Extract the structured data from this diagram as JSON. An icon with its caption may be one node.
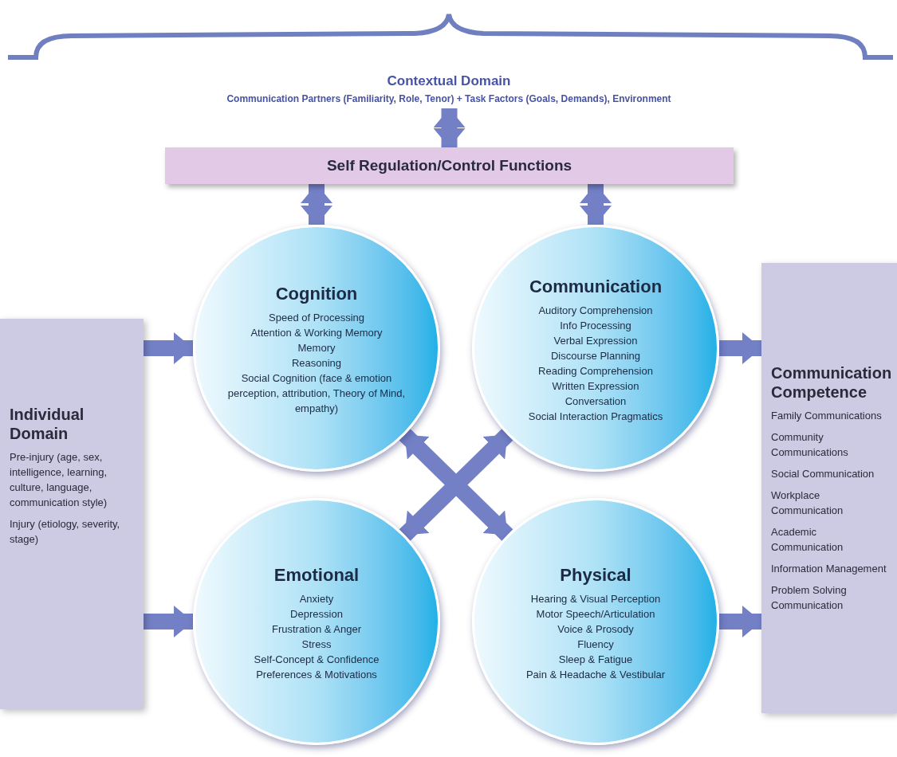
{
  "diagram": {
    "nodes": [
      {
        "text": [
          "Contextual Domain",
          "Communication Partners (Familiarity, Role, Tenor) + Task Factors (Goals, Demands), Environment"
        ]
      },
      {
        "text": [
          "Self Regulation/Control Functions"
        ]
      },
      {
        "text": [
          "Cognition",
          "Speed of Processing",
          "Attention & Working Memory",
          "Memory",
          "Reasoning",
          "Social Cognition (face & emotion perception, attribution, Theory of Mind, empathy)"
        ]
      },
      {
        "text": [
          "Communication",
          "Auditory Comprehension",
          "Info Processing",
          "Verbal Expression",
          "Discourse Planning",
          "Reading Comprehension",
          "Written Expression",
          "Conversation",
          "Social Interaction Pragmatics"
        ]
      },
      {
        "text": [
          "Individual Domain",
          "Pre-injury (age, sex, intelligence, learning, culture, language, communication style)",
          "Injury (etiology, severity, stage)"
        ]
      },
      {
        "text": [
          "Communication Competence",
          "Family Communications",
          "Community Communications",
          "Social Communication",
          "Workplace Communication",
          "Academic Communication",
          "Information Management",
          "Problem Solving Communication"
        ]
      },
      {
        "text": [
          "Emotional",
          "Anxiety",
          "Depression",
          "Frustration & Anger",
          "Stress",
          "Self-Concept & Confidence",
          "Preferences & Motivations"
        ]
      },
      {
        "text": [
          "Physical",
          "Hearing & Visual Perception",
          "Motor Speech/Articulation",
          "Voice & Prosody",
          "Fluency",
          "Sleep & Fatigue",
          "Pain & Headache & Vestibular"
        ]
      }
    ],
    "edges": [
      {
        "from": 0,
        "to": 1,
        "arrow": "both"
      },
      {
        "from": 1,
        "to": 2,
        "arrow": "both"
      },
      {
        "from": 1,
        "to": 3,
        "arrow": "both"
      },
      {
        "from": 4,
        "to": 2,
        "arrow": "to"
      },
      {
        "from": 4,
        "to": 6,
        "arrow": "to"
      },
      {
        "from": 3,
        "to": 5,
        "arrow": "to"
      },
      {
        "from": 7,
        "to": 5,
        "arrow": "to"
      },
      {
        "from": 2,
        "to": 7,
        "arrow": "both"
      },
      {
        "from": 3,
        "to": 6,
        "arrow": "both"
      }
    ]
  }
}
